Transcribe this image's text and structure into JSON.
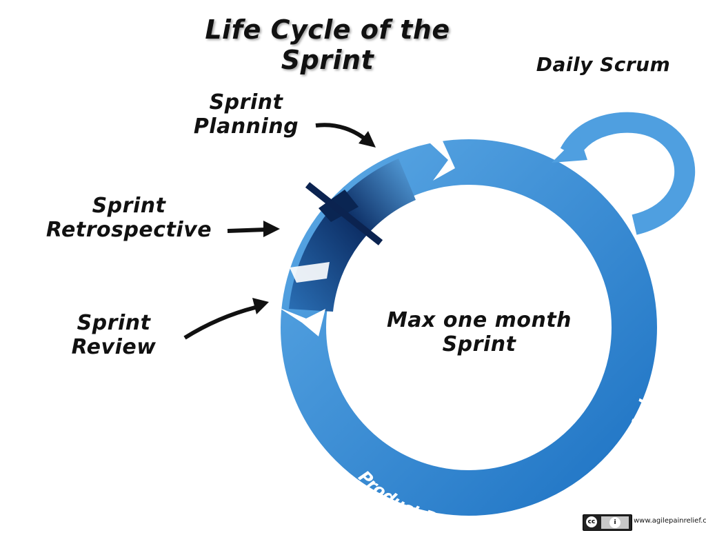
{
  "title": "Life Cycle of the Sprint",
  "labels": {
    "daily_scrum": "Daily Scrum",
    "sprint_planning": "Sprint Planning",
    "sprint_retrospective": "Sprint Retrospective",
    "sprint_review": "Sprint Review",
    "center": "Max one month Sprint",
    "refinement": "Product Backlog Refinement as Needed"
  },
  "license": {
    "badge_cc": "cc",
    "badge_by": "i",
    "site": "www.agilepainrelief.com"
  },
  "colors": {
    "ring_light": "#5aa7e4",
    "ring_mid": "#2e84cd",
    "ring_dark": "#0d2f66",
    "arrow": "#111111"
  },
  "icons": {
    "creative_commons": "cc-badge-icon",
    "attribution": "by-person-icon"
  }
}
